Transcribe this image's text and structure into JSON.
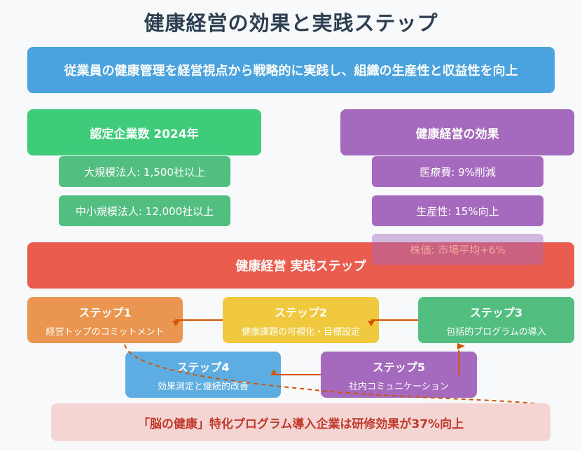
{
  "title": "健康経営の効果と実践ステップ",
  "banner": "従業員の健康管理を経営視点から戦略的に実践し、組織の生産性と収益性を向上",
  "certification": {
    "header": "認定企業数 2024年",
    "items": [
      "大規模法人: 1,500社以上",
      "中小規模法人: 12,000社以上"
    ]
  },
  "effects": {
    "header": "健康経営の効果",
    "items": [
      "医療費: 9%削減",
      "生産性: 15%向上",
      "株価: 市場平均+6%"
    ]
  },
  "steps_header": "健康経営 実践ステップ",
  "steps": [
    {
      "title": "ステップ1",
      "desc": "経営トップのコミットメント"
    },
    {
      "title": "ステップ2",
      "desc": "健康課題の可視化・目標設定"
    },
    {
      "title": "ステップ3",
      "desc": "包括的プログラムの導入"
    },
    {
      "title": "ステップ4",
      "desc": "効果測定と継続的改善"
    },
    {
      "title": "ステップ5",
      "desc": "社内コミュニケーション"
    }
  ],
  "footer": "「脳の健康」特化プログラム導入企業は研修効果が37%向上",
  "colors": {
    "banner": "#4aa3df",
    "green": "#3fcc7a",
    "purple": "#a569bd",
    "red": "#e95c4e",
    "orange": "#eb9650",
    "yellow": "#f1c93f",
    "blue": "#5dade2",
    "arrow": "#d35400",
    "footer_bg": "#f5d5d3",
    "footer_text": "#c0392b"
  }
}
